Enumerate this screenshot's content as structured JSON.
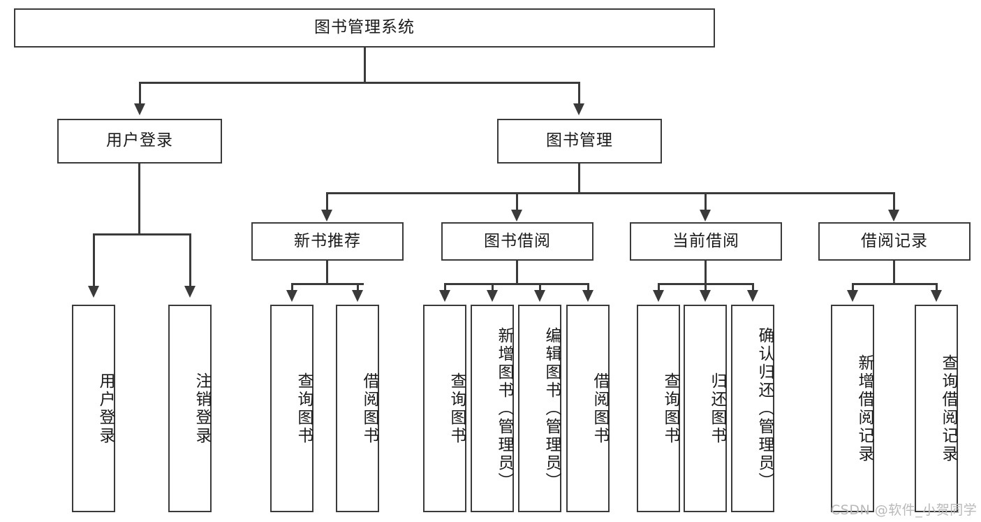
{
  "diagram": {
    "title": "图书管理系统",
    "watermark": "CSDN @软件_小贺同学",
    "line_color": "#3a3a3a",
    "box_fill": "#ffffff",
    "root": {
      "label": "图书管理系统"
    },
    "level2": [
      {
        "id": "user-login",
        "label": "用户登录"
      },
      {
        "id": "book-management",
        "label": "图书管理"
      }
    ],
    "level3": [
      {
        "id": "new-book-recommend",
        "label": "新书推荐"
      },
      {
        "id": "book-borrow",
        "label": "图书借阅"
      },
      {
        "id": "current-borrow",
        "label": "当前借阅"
      },
      {
        "id": "borrow-record",
        "label": "借阅记录"
      }
    ],
    "leaves": {
      "user_login": [
        {
          "id": "leaf-user-login",
          "label": "用户登录"
        },
        {
          "id": "leaf-user-logout",
          "label": "注销登录"
        }
      ],
      "new_book_recommend": [
        {
          "id": "leaf-query-book-1",
          "label": "查询图书"
        },
        {
          "id": "leaf-borrow-book-1",
          "label": "借阅图书"
        }
      ],
      "book_borrow": [
        {
          "id": "leaf-query-book-2",
          "label": "查询图书"
        },
        {
          "id": "leaf-add-book",
          "label": "新增图书（管理员）"
        },
        {
          "id": "leaf-edit-book",
          "label": "编辑图书（管理员）"
        },
        {
          "id": "leaf-borrow-book-2",
          "label": "借阅图书"
        }
      ],
      "current_borrow": [
        {
          "id": "leaf-query-book-3",
          "label": "查询图书"
        },
        {
          "id": "leaf-return-book",
          "label": "归还图书"
        },
        {
          "id": "leaf-confirm-return",
          "label": "确认归还（管理员）"
        }
      ],
      "borrow_record": [
        {
          "id": "leaf-add-record",
          "label": "新增借阅记录"
        },
        {
          "id": "leaf-query-record",
          "label": "查询借阅记录"
        }
      ]
    }
  }
}
